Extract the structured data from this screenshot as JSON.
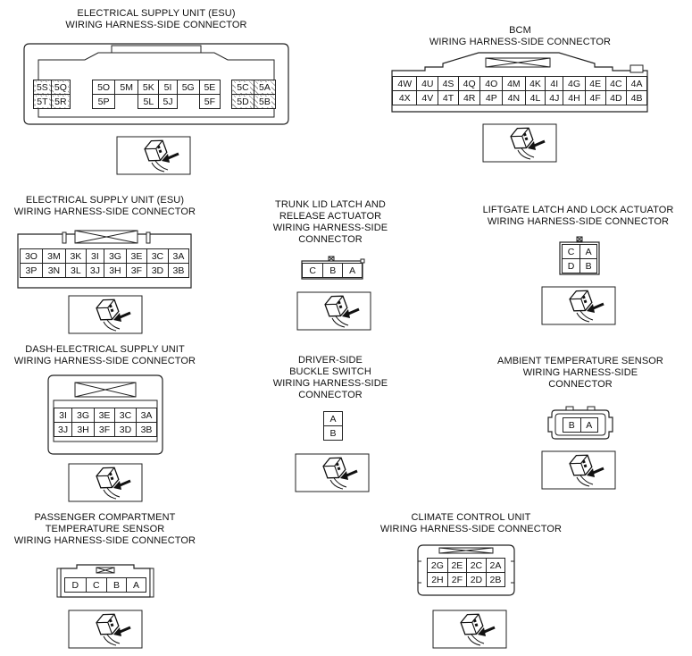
{
  "connectors": {
    "esu_1": {
      "title": [
        "ELECTRICAL SUPPLY UNIT (ESU)",
        "WIRING HARNESS-SIDE CONNECTOR"
      ],
      "left_rows": [
        [
          "5S",
          "5Q"
        ],
        [
          "5T",
          "5R"
        ]
      ],
      "mid_rows": [
        [
          "5O",
          "5M",
          "5K",
          "5I",
          "5G",
          "5E"
        ],
        [
          "5P",
          "",
          "5L",
          "5J",
          "",
          "5F"
        ]
      ],
      "right_rows": [
        [
          "5C",
          "5A"
        ],
        [
          "5D",
          "5B"
        ]
      ]
    },
    "bcm": {
      "title": [
        "BCM",
        "WIRING HARNESS-SIDE CONNECTOR"
      ],
      "rows": [
        [
          "4W",
          "4U",
          "4S",
          "4Q",
          "4O",
          "4M",
          "4K",
          "4I",
          "4G",
          "4E",
          "4C",
          "4A"
        ],
        [
          "4X",
          "4V",
          "4T",
          "4R",
          "4P",
          "4N",
          "4L",
          "4J",
          "4H",
          "4F",
          "4D",
          "4B"
        ]
      ]
    },
    "esu_2": {
      "title": [
        "ELECTRICAL SUPPLY UNIT (ESU)",
        "WIRING HARNESS-SIDE CONNECTOR"
      ],
      "rows": [
        [
          "3O",
          "3M",
          "3K",
          "3I",
          "3G",
          "3E",
          "3C",
          "3A"
        ],
        [
          "3P",
          "3N",
          "3L",
          "3J",
          "3H",
          "3F",
          "3D",
          "3B"
        ]
      ]
    },
    "trunk_lid": {
      "title": [
        "TRUNK LID LATCH AND",
        "RELEASE ACTUATOR",
        "WIRING HARNESS-SIDE",
        "CONNECTOR"
      ],
      "rows": [
        [
          "C",
          "B",
          "A"
        ]
      ]
    },
    "liftgate": {
      "title": [
        "LIFTGATE LATCH AND LOCK ACTUATOR",
        "WIRING HARNESS-SIDE CONNECTOR"
      ],
      "rows": [
        [
          "C",
          "A"
        ],
        [
          "D",
          "B"
        ]
      ]
    },
    "dash_esu": {
      "title": [
        "DASH-ELECTRICAL SUPPLY UNIT",
        "WIRING HARNESS-SIDE CONNECTOR"
      ],
      "rows": [
        [
          "3I",
          "3G",
          "3E",
          "3C",
          "3A"
        ],
        [
          "3J",
          "3H",
          "3F",
          "3D",
          "3B"
        ]
      ]
    },
    "buckle": {
      "title": [
        "DRIVER-SIDE",
        "BUCKLE SWITCH",
        "WIRING HARNESS-SIDE",
        "CONNECTOR"
      ],
      "rows": [
        [
          "A"
        ],
        [
          "B"
        ]
      ]
    },
    "ambient": {
      "title": [
        "AMBIENT TEMPERATURE SENSOR",
        "WIRING HARNESS-SIDE",
        "CONNECTOR"
      ],
      "rows": [
        [
          "B",
          "A"
        ]
      ]
    },
    "passenger": {
      "title": [
        "PASSENGER COMPARTMENT",
        "TEMPERATURE SENSOR",
        "WIRING HARNESS-SIDE CONNECTOR"
      ],
      "rows": [
        [
          "D",
          "C",
          "B",
          "A"
        ]
      ]
    },
    "climate": {
      "title": [
        "CLIMATE CONTROL UNIT",
        "WIRING HARNESS-SIDE CONNECTOR"
      ],
      "rows": [
        [
          "2G",
          "2E",
          "2C",
          "2A"
        ],
        [
          "2H",
          "2F",
          "2D",
          "2B"
        ]
      ]
    }
  }
}
